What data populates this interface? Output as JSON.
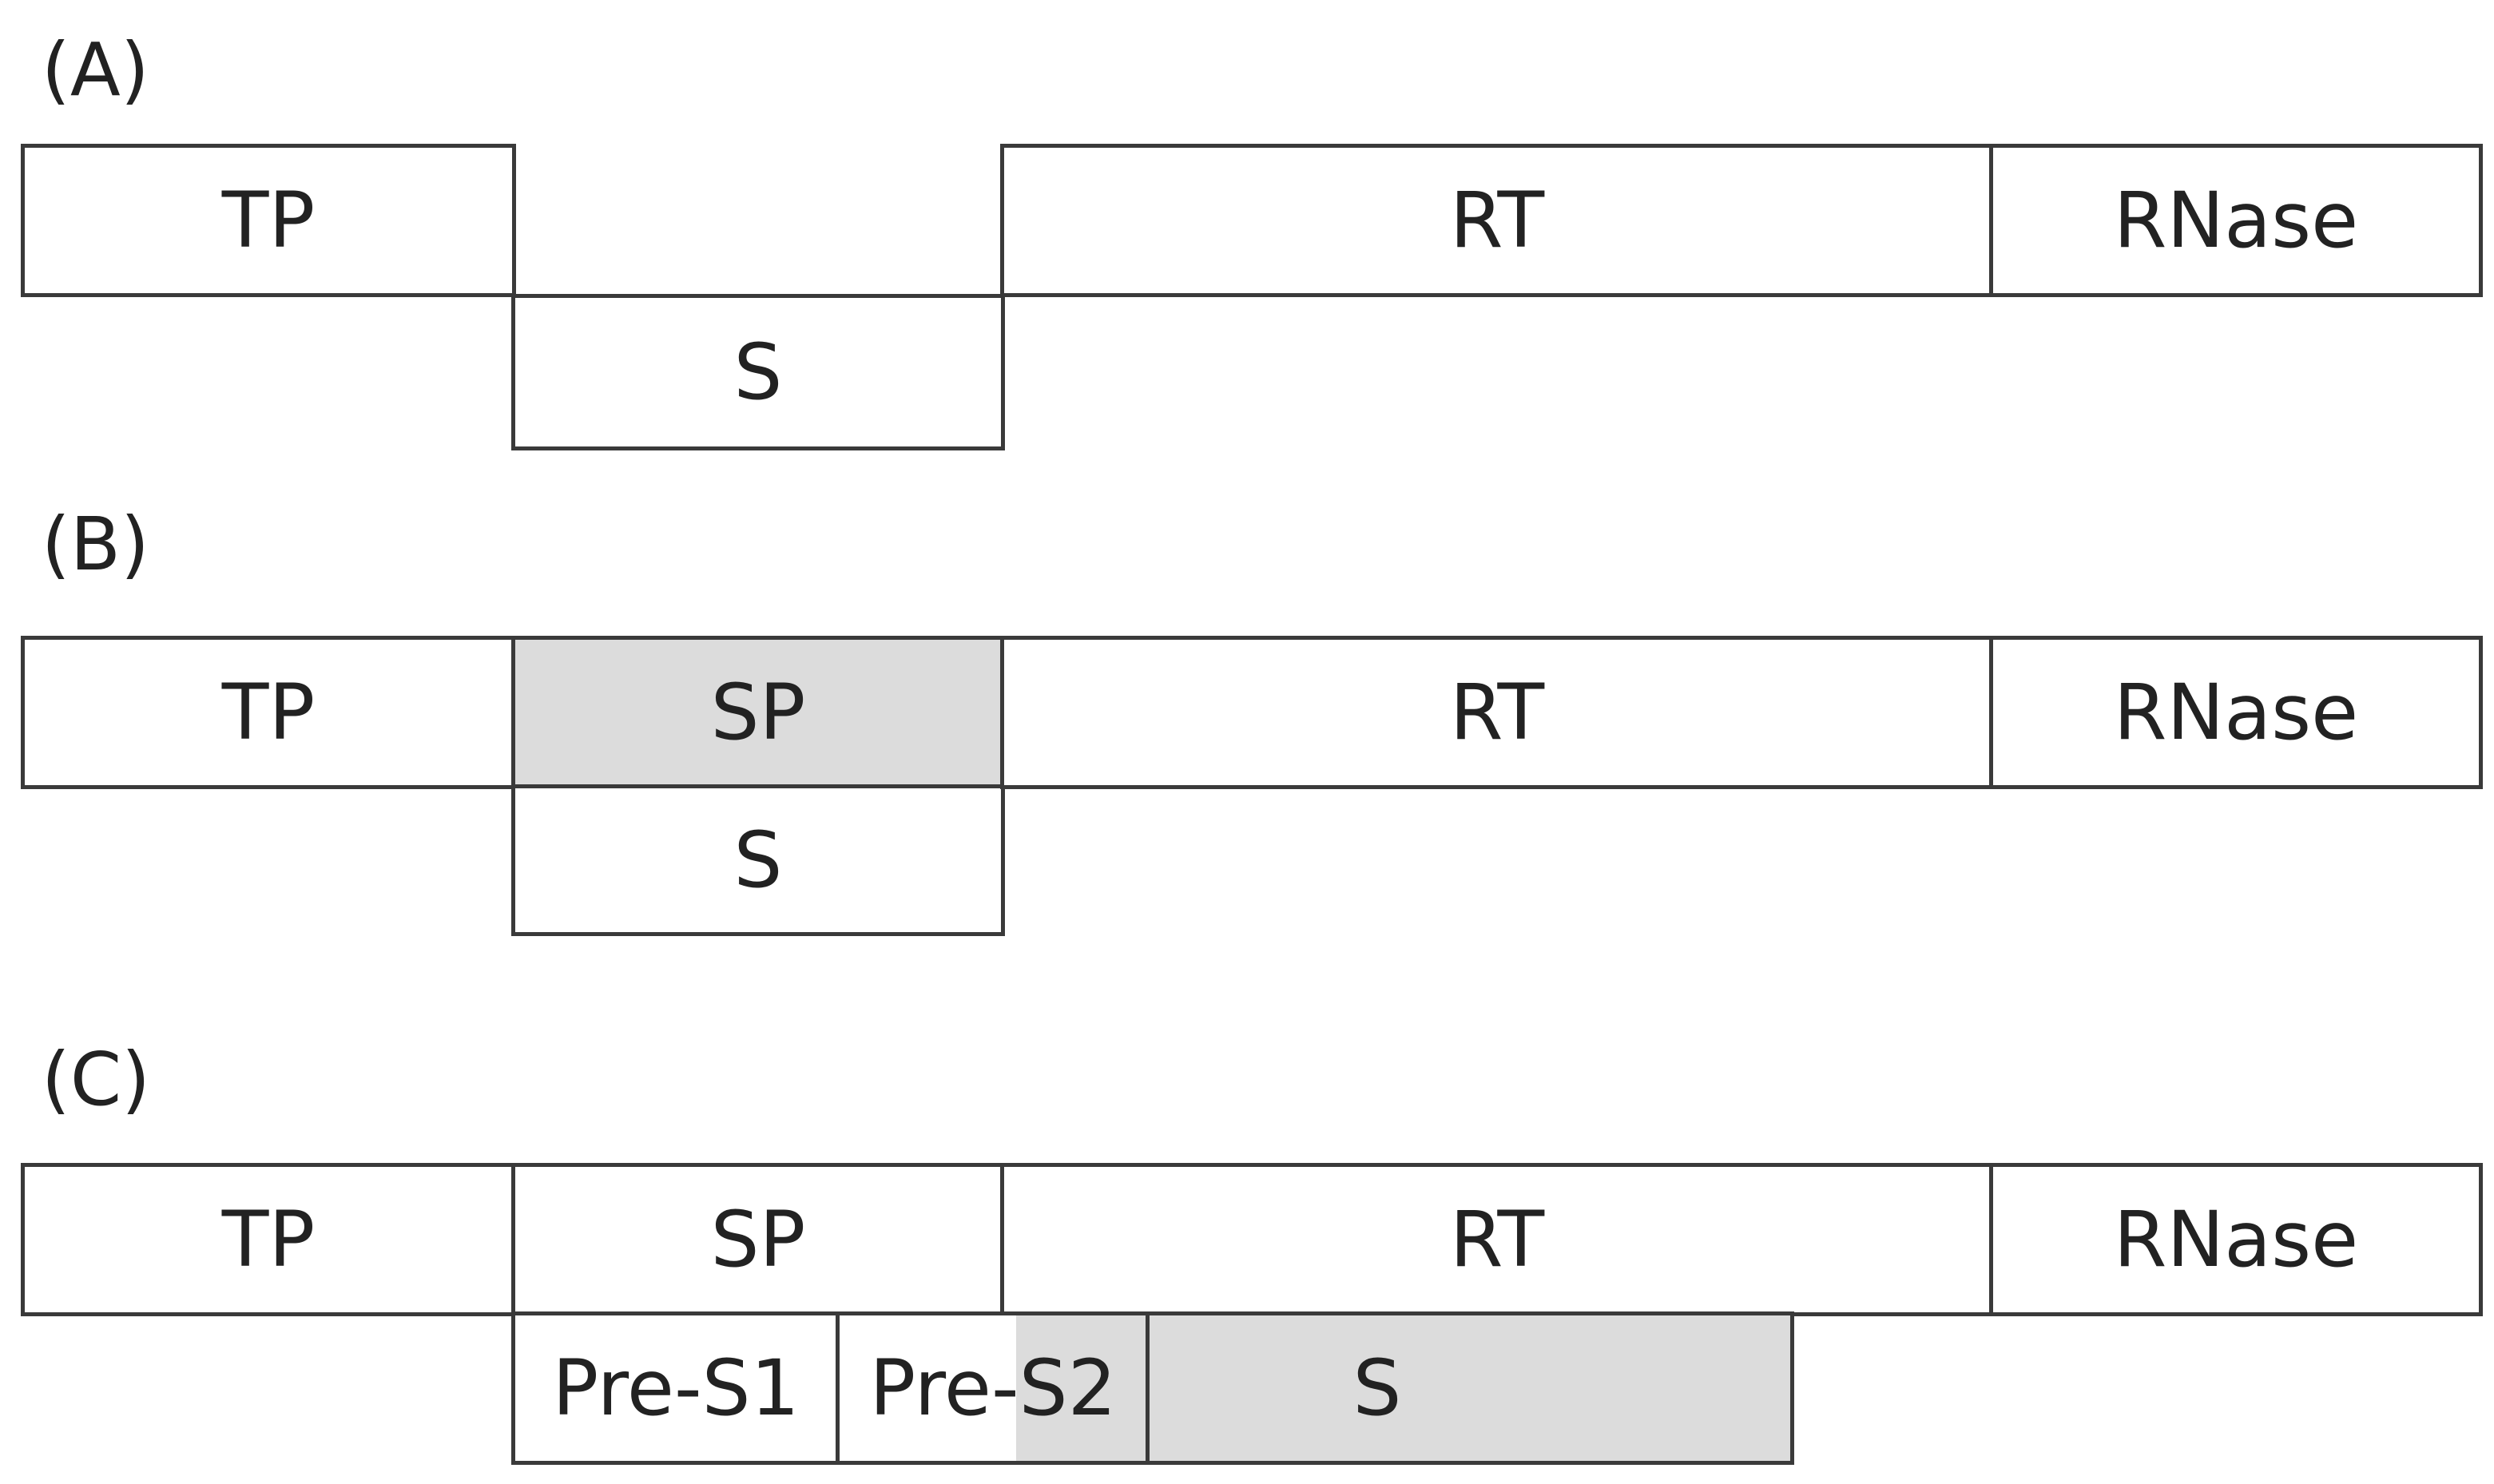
{
  "panels": {
    "a": {
      "label": "(A)",
      "tp": "TP",
      "s": "S",
      "rt": "RT",
      "rnase": "RNase"
    },
    "b": {
      "label": "(B)",
      "tp": "TP",
      "sp": "SP",
      "s": "S",
      "rt": "RT",
      "rnase": "RNase"
    },
    "c": {
      "label": "(C)",
      "tp": "TP",
      "sp": "SP",
      "rt": "RT",
      "rnase": "RNase",
      "pre_s1": "Pre-S1",
      "pre_s2": "Pre-S2",
      "s": "S"
    }
  },
  "colors": {
    "outline": "#3a3a3a",
    "highlight": "#dcdcdc",
    "background": "#ffffff"
  }
}
